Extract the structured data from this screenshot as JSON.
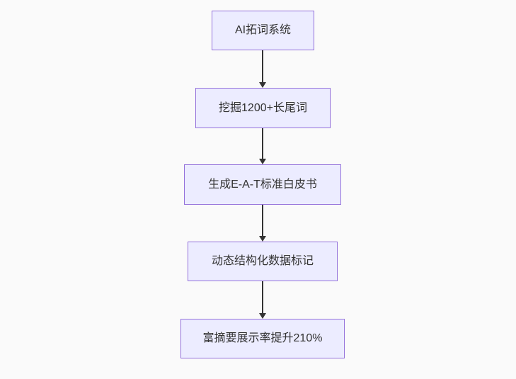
{
  "diagram": {
    "type": "flowchart",
    "orientation": "top-down",
    "nodes": [
      {
        "id": "n1",
        "label": "AI拓词系统"
      },
      {
        "id": "n2",
        "label": "挖掘1200+长尾词"
      },
      {
        "id": "n3",
        "label": "生成E-A-T标准白皮书"
      },
      {
        "id": "n4",
        "label": "动态结构化数据标记"
      },
      {
        "id": "n5",
        "label": "富摘要展示率提升210%"
      }
    ],
    "edges": [
      {
        "from": "n1",
        "to": "n2"
      },
      {
        "from": "n2",
        "to": "n3"
      },
      {
        "from": "n3",
        "to": "n4"
      },
      {
        "from": "n4",
        "to": "n5"
      }
    ],
    "colors": {
      "background": "#FAFAFA",
      "node_fill": "#ECECFF",
      "node_border": "#9370DB",
      "node_text": "#333333",
      "arrow": "#333333"
    }
  }
}
